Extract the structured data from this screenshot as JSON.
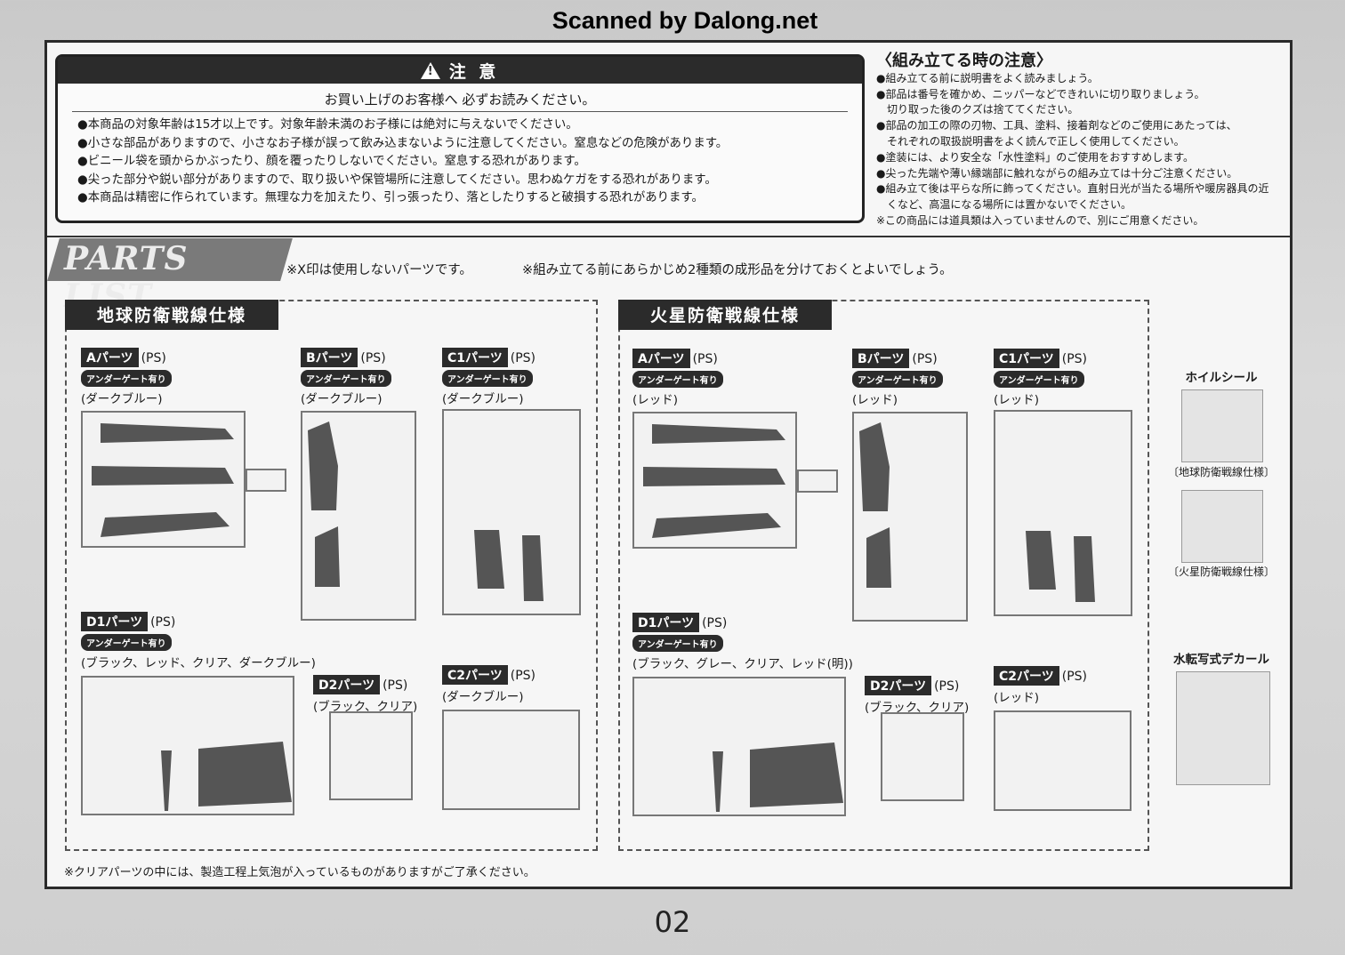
{
  "header": {
    "scanned": "Scanned by Dalong.net"
  },
  "caution": {
    "title": "注 意",
    "subtitle": "お買い上げのお客様へ 必ずお読みください。",
    "items": [
      "本商品の対象年齢は15才以上です。対象年齢未満のお子様には絶対に与えないでください。",
      "小さな部品がありますので、小さなお子様が誤って飲み込まないように注意してください。窒息などの危険があります。",
      "ビニール袋を頭からかぶったり、顔を覆ったりしないでください。窒息する恐れがあります。",
      "尖った部分や鋭い部分がありますので、取り扱いや保管場所に注意してください。思わぬケガをする恐れがあります。",
      "本商品は精密に作られています。無理な力を加えたり、引っ張ったり、落としたりすると破損する恐れがあります。"
    ]
  },
  "notes": {
    "title": "〈組み立てる時の注意〉",
    "lines": [
      "●組み立てる前に説明書をよく読みましょう。",
      "●部品は番号を確かめ、ニッパーなどできれいに切り取りましょう。",
      "切り取った後のクズは捨ててください。",
      "●部品の加工の際の刃物、工具、塗料、接着剤などのご使用にあたっては、",
      "それぞれの取扱説明書をよく読んで正しく使用してください。",
      "●塗装には、より安全な「水性塗料」のご使用をおすすめします。",
      "●尖った先端や薄い縁端部に触れながらの組み立ては十分ご注意ください。",
      "●組み立て後は平らな所に飾ってください。直射日光が当たる場所や暖房器具の近",
      "くなど、高温になる場所には置かないでください。",
      "※この商品には道具類は入っていませんので、別にご用意ください。"
    ]
  },
  "parts_list": {
    "title": "PARTS LIST",
    "note1": "※X印は使用しないパーツです。",
    "note2": "※組み立てる前にあらかじめ2種類の成形品を分けておくとよいでしょう。",
    "footnote": "※クリアパーツの中には、製造工程上気泡が入っているものがありますがご了承ください。"
  },
  "undergate": "アンダーゲート有り",
  "ps": "(PS)",
  "earth": {
    "title": "地球防衛戦線仕様",
    "a": {
      "name": "Aパーツ",
      "color": "(ダークブルー)"
    },
    "b": {
      "name": "Bパーツ",
      "color": "(ダークブルー)"
    },
    "c1": {
      "name": "C1パーツ",
      "color": "(ダークブルー)"
    },
    "d1": {
      "name": "D1パーツ",
      "color": "(ブラック、レッド、クリア、ダークブルー)"
    },
    "d2": {
      "name": "D2パーツ",
      "color": "(ブラック、クリア)"
    },
    "c2": {
      "name": "C2パーツ",
      "color": "(ダークブルー)"
    }
  },
  "mars": {
    "title": "火星防衛戦線仕様",
    "a": {
      "name": "Aパーツ",
      "color": "(レッド)"
    },
    "b": {
      "name": "Bパーツ",
      "color": "(レッド)"
    },
    "c1": {
      "name": "C1パーツ",
      "color": "(レッド)"
    },
    "d1": {
      "name": "D1パーツ",
      "color": "(ブラック、グレー、クリア、レッド(明))"
    },
    "d2": {
      "name": "D2パーツ",
      "color": "(ブラック、クリア)"
    },
    "c2": {
      "name": "C2パーツ",
      "color": "(レッド)"
    }
  },
  "side": {
    "foil_title": "ホイルシール",
    "foil_earth": "〔地球防衛戦線仕様〕",
    "foil_mars": "〔火星防衛戦線仕様〕",
    "decal_title": "水転写式デカール"
  },
  "page": {
    "number": "02"
  }
}
